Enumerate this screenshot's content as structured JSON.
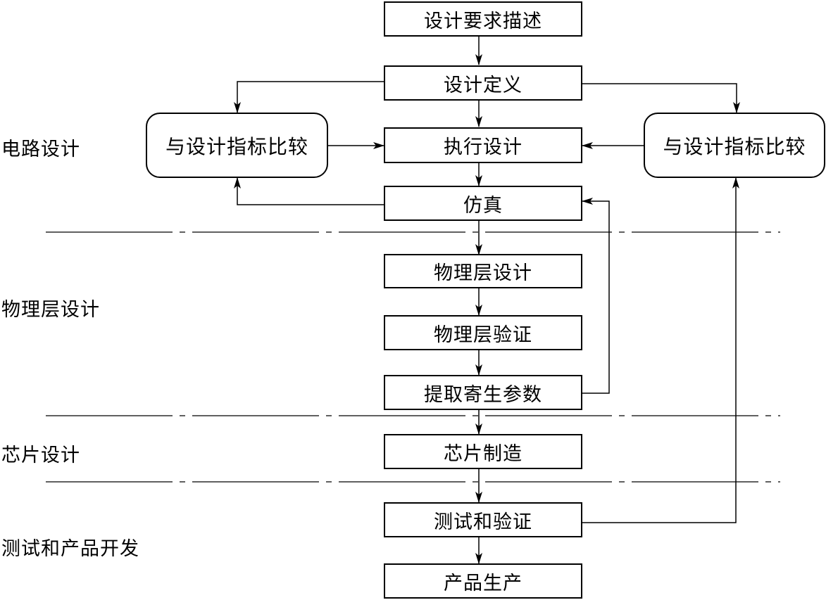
{
  "diagram": {
    "colors": {
      "line": "#000000",
      "background": "#ffffff"
    },
    "stages": {
      "circuit": "电路设计",
      "physical": "物理层设计",
      "chip": "芯片设计",
      "test": "测试和产品开发"
    },
    "boxes": {
      "requirements": "设计要求描述",
      "definition": "设计定义",
      "execute": "执行设计",
      "simulation": "仿真",
      "physical_design": "物理层设计",
      "physical_verify": "物理层验证",
      "parasitic": "提取寄生参数",
      "fabrication": "芯片制造",
      "test_verify": "测试和验证",
      "production": "产品生产",
      "compare_left": "与设计指标比较",
      "compare_right": "与设计指标比较"
    }
  }
}
